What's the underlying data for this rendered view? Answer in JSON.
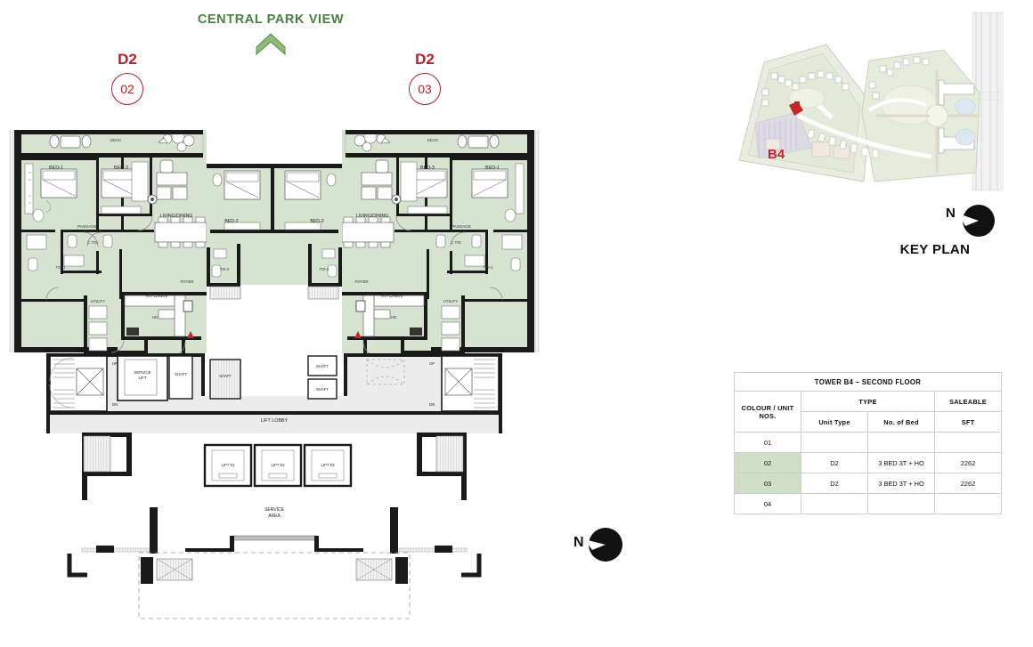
{
  "header": {
    "park_view": "CENTRAL PARK VIEW",
    "arrow_icon": "chevron-up-icon"
  },
  "unit_tags": [
    {
      "code": "D2",
      "number": "02"
    },
    {
      "code": "D2",
      "number": "03"
    }
  ],
  "key_plan": {
    "title": "KEY PLAN",
    "tower_marker": "B4",
    "north_label": "N"
  },
  "compass": {
    "north_label": "N"
  },
  "table": {
    "title": "TOWER B4 – SECOND FLOOR",
    "headers": {
      "colour_unit": "COLOUR / UNIT NOS.",
      "type": "TYPE",
      "saleable": "SALEABLE",
      "unit_type": "Unit Type",
      "no_of_bed": "No. of Bed",
      "sft": "SFT"
    },
    "rows": [
      {
        "unit": "01",
        "unit_type": "",
        "beds": "",
        "sft": "",
        "highlight": false
      },
      {
        "unit": "02",
        "unit_type": "D2",
        "beds": "3 BED  3T + HO",
        "sft": "2262",
        "highlight": true
      },
      {
        "unit": "03",
        "unit_type": "D2",
        "beds": "3 BED  3T + HO",
        "sft": "2262",
        "highlight": true
      },
      {
        "unit": "04",
        "unit_type": "",
        "beds": "",
        "sft": "",
        "highlight": false
      }
    ]
  },
  "floorplan": {
    "rooms_left": [
      "BED-1",
      "BED-3",
      "DECK",
      "LIVING/DINING",
      "PASSAGE",
      "C TOI",
      "TOI-1",
      "KITCHEN",
      "UTILITY",
      "FOYER",
      "HO",
      "BED-2",
      "TOI-2"
    ],
    "rooms_right": [
      "BED-1",
      "BED-3",
      "DECK",
      "LIVING/DINING",
      "PASSAGE",
      "C TOI",
      "TOI-1",
      "KITCHEN",
      "UTILITY",
      "FOYER",
      "HO",
      "BED-2",
      "TOI-2"
    ],
    "core": [
      "SERVICE LIFT",
      "SHAFT",
      "LIFT LOBBY",
      "LIFT 01",
      "LIFT 02",
      "LIFT 03",
      "SERVICE AREA",
      "UP",
      "DN"
    ],
    "labels": {
      "bed1": "BED-1",
      "bed2": "BED-2",
      "bed3": "BED-3",
      "deck": "DECK",
      "living": "LIVING/DINING",
      "passage": "PASSAGE",
      "ctoi": "C TOI",
      "toi1": "TOI-1",
      "toi2": "TOI-2",
      "kitchen": "KITCHEN",
      "utility": "UTILITY",
      "foyer": "FOYER",
      "ho": "HO",
      "service_lift": "SERVICE LIFT",
      "shaft": "SHAFT",
      "lift_lobby": "LIFT LOBBY",
      "lift01": "LIFT 01",
      "lift02": "LIFT 02",
      "lift03": "LIFT 03",
      "service_area": "SERVICE AREA",
      "up": "UP",
      "dn": "DN"
    }
  },
  "colors": {
    "unit_fill": "#d6e3d1",
    "wall": "#1a1a1a",
    "accent_green": "#4a8043",
    "accent_red": "#b32028",
    "core_fill": "#ececec"
  }
}
